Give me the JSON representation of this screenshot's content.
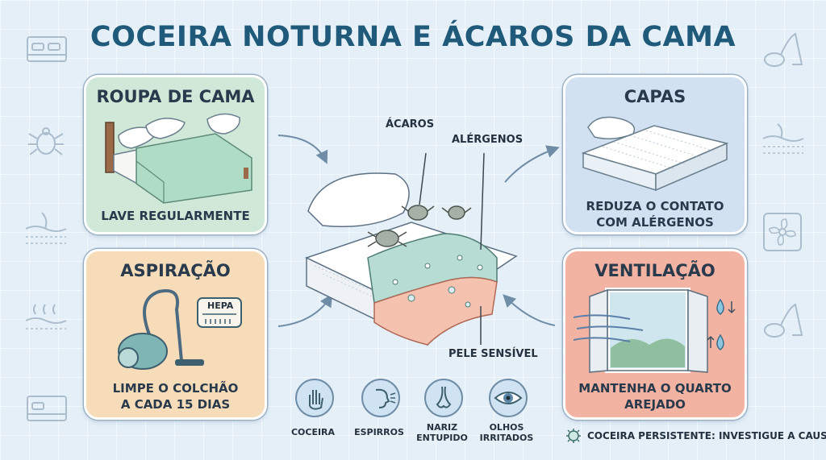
{
  "title": "COCEIRA NOTURNA E ÁCAROS DA CAMA",
  "cards": {
    "bedding": {
      "title": "ROUPA DE CAMA",
      "caption": "LAVE REGULARMENTE"
    },
    "vacuum": {
      "title": "ASPIRAÇÃO",
      "caption_line1": "LIMPE O COLCHÃO",
      "caption_line2": "A CADA 15 DIAS",
      "filter_label": "HEPA"
    },
    "covers": {
      "title": "CAPAS",
      "caption_line1": "REDUZA O CONTATO",
      "caption_line2": "COM ALÉRGENOS"
    },
    "ventilation": {
      "title": "VENTILAÇÃO",
      "caption_line1": "MANTENHA O QUARTO",
      "caption_line2": "AREJADO"
    }
  },
  "center": {
    "mites_label": "ÁCAROS",
    "allergens_label": "ALÉRGENOS",
    "skin_label": "PELE SENSÍVEL"
  },
  "symptoms": [
    {
      "line1": "COCEIRA",
      "line2": "",
      "icon": "hand-scratch-icon"
    },
    {
      "line1": "ESPIRROS",
      "line2": "",
      "icon": "sneeze-icon"
    },
    {
      "line1": "NARIZ",
      "line2": "ENTUPIDO",
      "icon": "nose-icon"
    },
    {
      "line1": "OLHOS",
      "line2": "IRRITADOS",
      "icon": "eye-icon"
    }
  ],
  "note": {
    "text": "COCEIRA PERSISTENTE: INVESTIGUE A CAUSA",
    "icon": "allergen-icon"
  },
  "colors": {
    "title": "#1f5a7a",
    "bedding": "#cfe8d8",
    "vacuum": "#f7dcb9",
    "covers": "#d2e1f1",
    "ventilation": "#f3b3a3",
    "background": "#e4eff8"
  }
}
